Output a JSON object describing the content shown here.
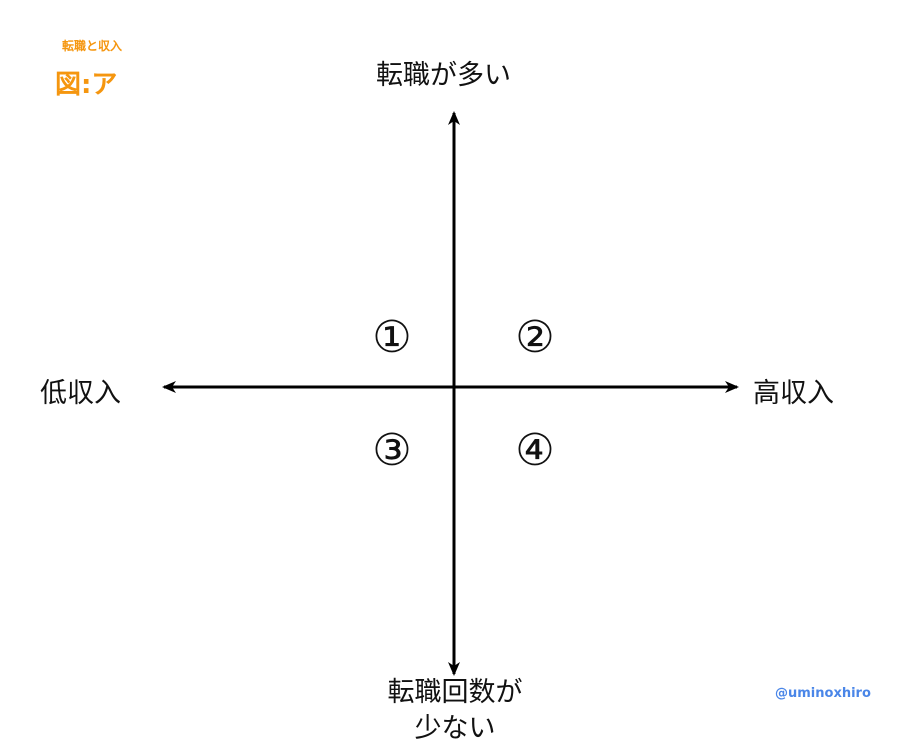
{
  "header": {
    "subtitle": "転職と収入",
    "figure_label": "図:ア",
    "accent_color": "#f5960f"
  },
  "axes": {
    "top_label": "転職が多い",
    "bottom_label_line1": "転職回数が",
    "bottom_label_line2": "少ない",
    "left_label": "低収入",
    "right_label": "高収入",
    "line_color": "#000000"
  },
  "quadrants": [
    {
      "id": 1,
      "label": "①",
      "position": "top-left"
    },
    {
      "id": 2,
      "label": "②",
      "position": "top-right"
    },
    {
      "id": 3,
      "label": "③",
      "position": "bottom-left"
    },
    {
      "id": 4,
      "label": "④",
      "position": "bottom-right"
    }
  ],
  "credit": {
    "handle": "@uminoxhiro",
    "color": "#4a86e8"
  }
}
